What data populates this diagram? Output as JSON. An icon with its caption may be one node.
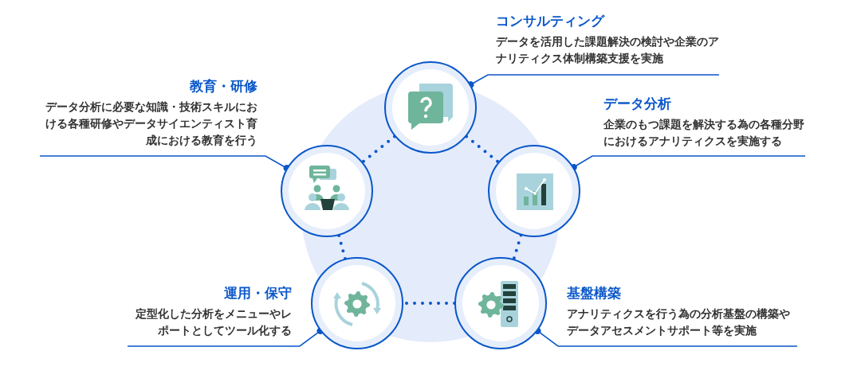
{
  "diagram": {
    "nodes": [
      {
        "text": [
          "コンサルティング",
          "データを活用した課題解決の検討や企業のアナリティクス体制構築支援を実施"
        ]
      },
      {
        "text": [
          "教育・研修",
          "データ分析に必要な知識・技術スキルにおける各種研修やデータサイエンティスト育成における教育を行う"
        ]
      },
      {
        "text": [
          "データ分析",
          "企業のもつ課題を解決する為の各種分野におけるアナリティクスを実施する"
        ]
      },
      {
        "text": [
          "運用・保守",
          "定型化した分析をメニューやレポートとしてツール化する"
        ]
      },
      {
        "text": [
          "基盤構築",
          "アナリティクスを行う為の分析基盤の構築やデータアセスメントサポート等を実施"
        ]
      },
      {
        "text": [],
        "shape": "circle"
      },
      {
        "text": [],
        "shape": "circle"
      },
      {
        "text": [],
        "shape": "circle"
      },
      {
        "text": [],
        "shape": "circle"
      },
      {
        "text": [],
        "shape": "circle"
      }
    ],
    "edges": [
      {
        "from": 0,
        "to": 5,
        "arrow": "other"
      },
      {
        "from": 1,
        "to": 6,
        "arrow": "other"
      },
      {
        "from": 2,
        "to": 7,
        "arrow": "other"
      },
      {
        "from": 3,
        "to": 8,
        "arrow": "other"
      },
      {
        "from": 4,
        "to": 9,
        "arrow": "other"
      },
      {
        "from": 5,
        "to": 6,
        "arrow": "none",
        "style": "dashed"
      },
      {
        "from": 5,
        "to": 7,
        "arrow": "none",
        "style": "dashed"
      },
      {
        "from": 7,
        "to": 9,
        "arrow": "none",
        "style": "dashed"
      },
      {
        "from": 9,
        "to": 8,
        "arrow": "none",
        "style": "dashed"
      },
      {
        "from": 8,
        "to": 6,
        "arrow": "none",
        "style": "dashed"
      }
    ]
  }
}
